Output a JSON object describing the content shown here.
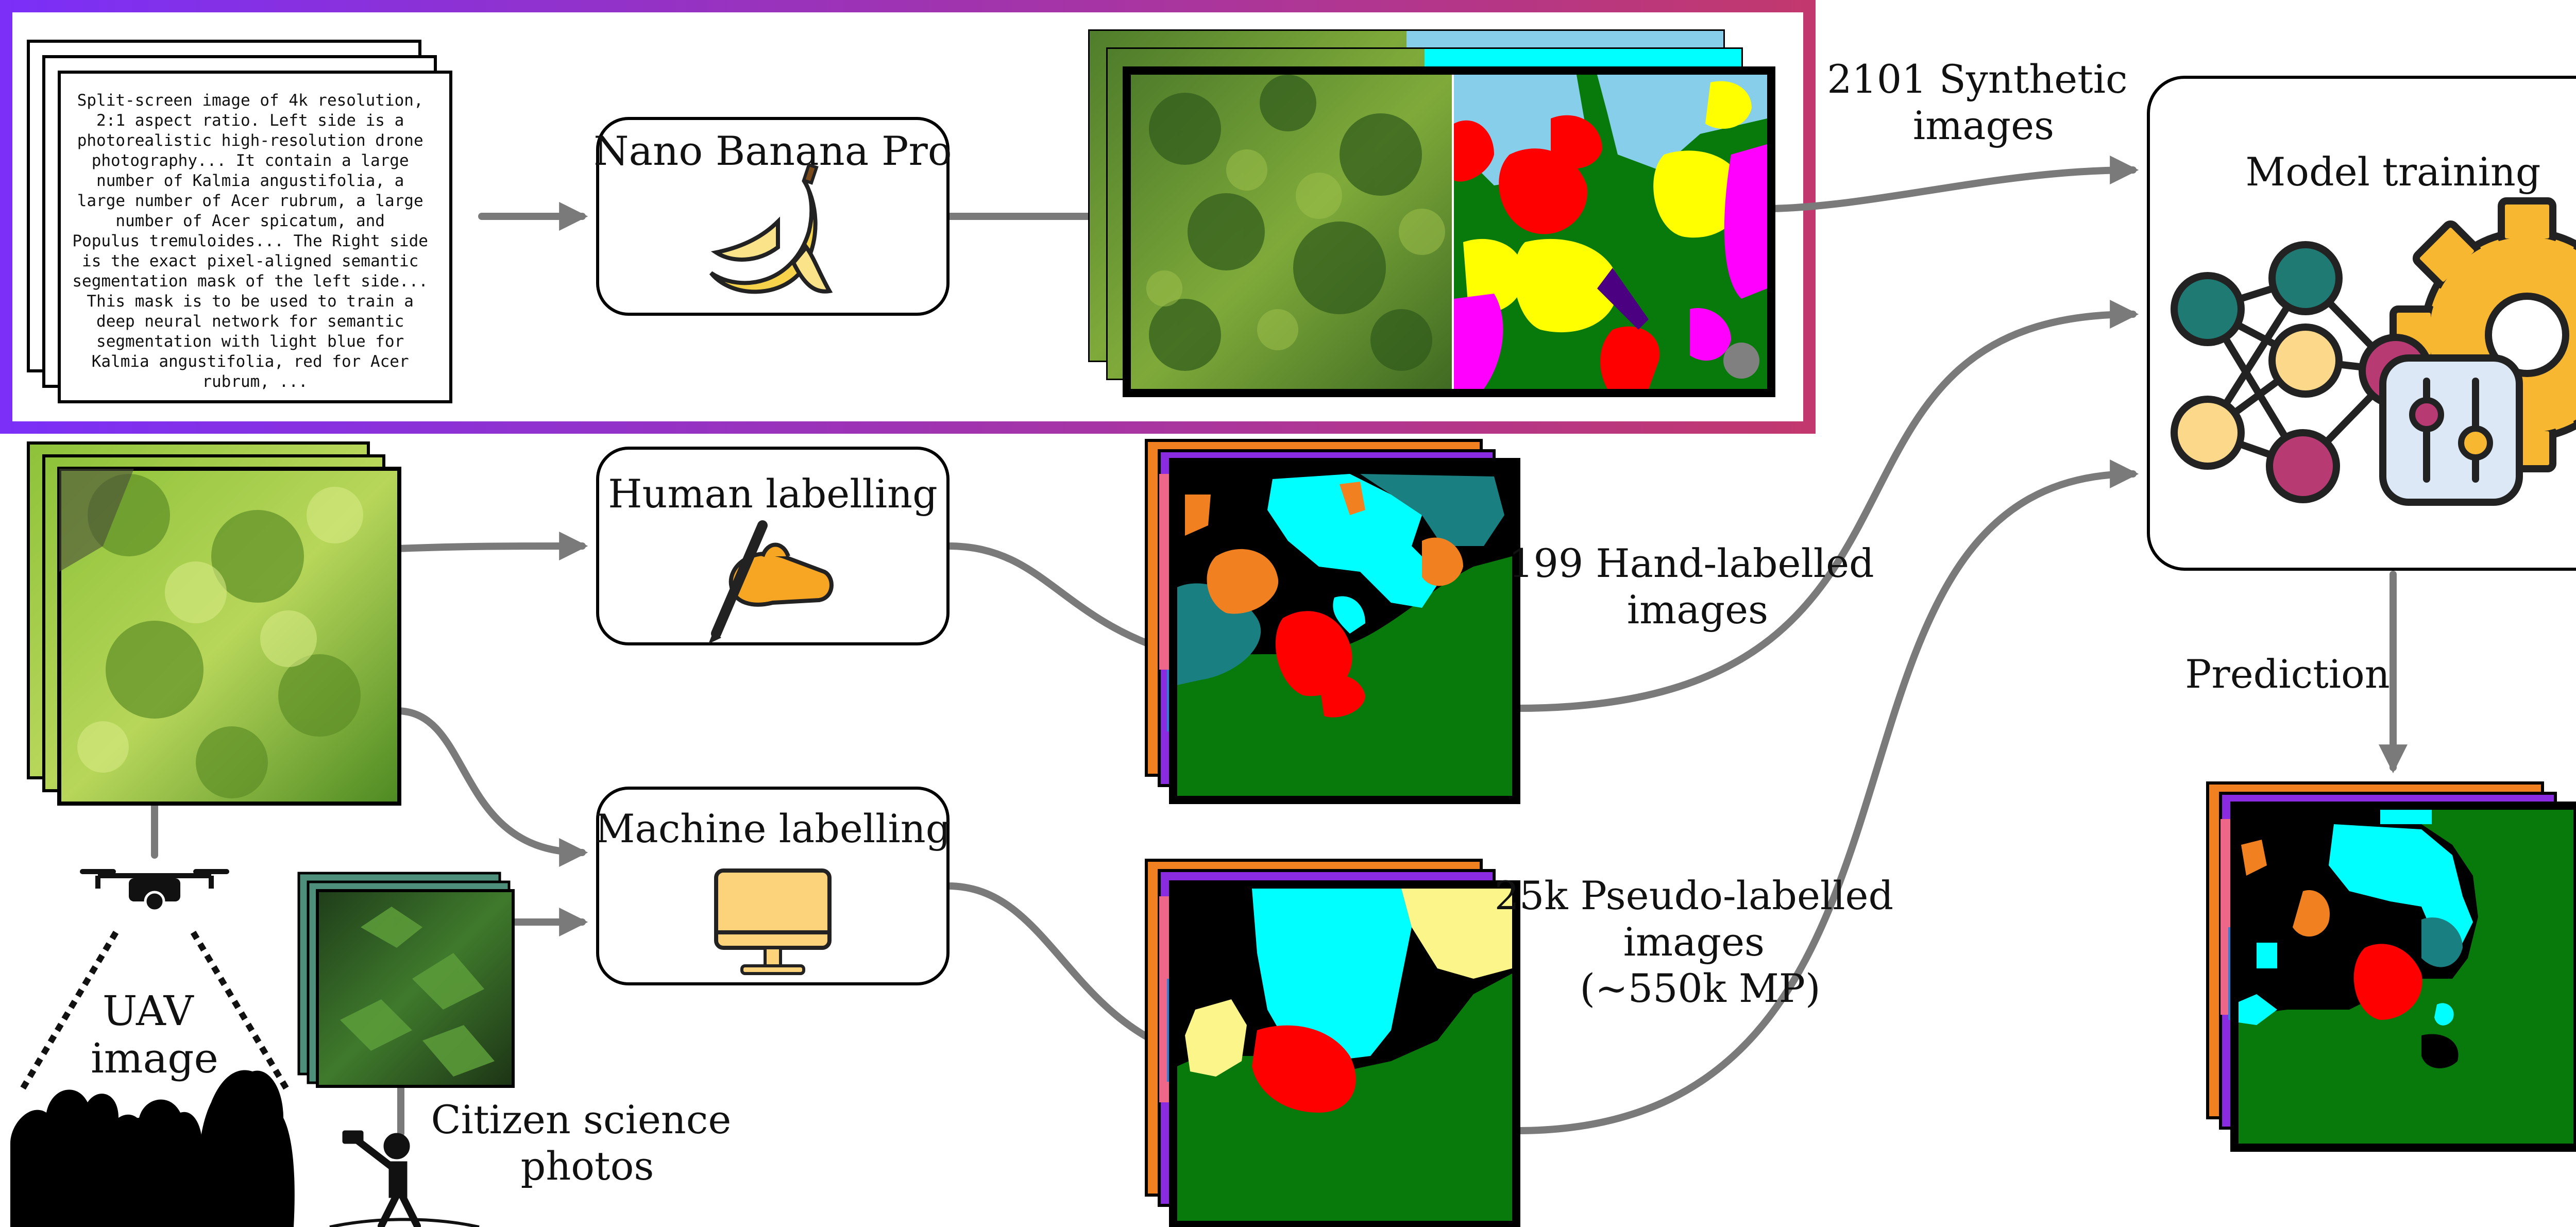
{
  "prompt": {
    "lines": [
      "Split-screen image of 4k resolution,",
      "2:1 aspect ratio. Left side is a",
      "photorealistic high-resolution drone",
      "photography... It contain a large",
      "number of Kalmia angustifolia, a",
      "large number of Acer rubrum, a large",
      "number of  Acer spicatum, and",
      "Populus tremuloides... The Right side",
      "is the exact pixel-aligned semantic",
      "segmentation mask of the left side...",
      "This mask is to be used to train a",
      "deep neural network for semantic",
      "segmentation with light blue for",
      "Kalmia angustifolia, red for Acer",
      "rubrum, ..."
    ]
  },
  "nodes": {
    "nano": "Nano Banana Pro",
    "human": "Human labelling",
    "machine": "Machine labelling",
    "model": "Model training",
    "uav": [
      "UAV",
      "image"
    ],
    "citizen": [
      "Citizen science",
      "photos"
    ]
  },
  "labels": {
    "synthetic": [
      "2101 Synthetic",
      "images"
    ],
    "hand": [
      "199 Hand-labelled",
      "images"
    ],
    "pseudo": [
      "25k Pseudo-labelled",
      "images",
      "(~550k MP)"
    ],
    "prediction": "Prediction"
  },
  "colors": {
    "frame_start": "#7b2ff7",
    "frame_end": "#c2386e",
    "arrow": "#7a7a7a",
    "class_kalmia": "#87ceeb",
    "class_acer_rubrum": "#ff0000",
    "class_cyan": "#00ffff",
    "class_green": "#087a0b",
    "class_yellow": "#ffff00",
    "class_magenta": "#ff00ff",
    "class_orange": "#f08020",
    "class_teal": "#1a7f80",
    "class_paleyellow": "#fbf58a"
  },
  "icons": [
    "banana-icon",
    "pen-hand-icon",
    "monitor-icon",
    "neural-network-gear-icon",
    "drone-icon",
    "person-photographing-icon",
    "tree-silhouette-icon"
  ]
}
